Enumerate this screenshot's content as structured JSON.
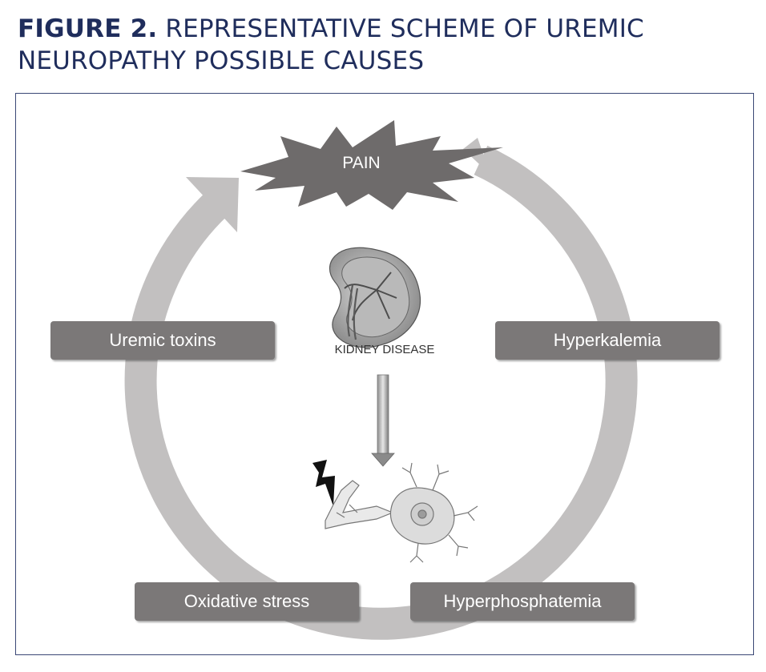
{
  "figure": {
    "label": "FIGURE 2.",
    "title_line1": "REPRESENTATIVE SCHEME OF UREMIC",
    "title_line2": "NEUROPATHY POSSIBLE CAUSES"
  },
  "diagram": {
    "center_symptom": "PAIN",
    "center_organ": "KIDNEY DISEASE",
    "causes": [
      "Uremic toxins",
      "Hyperkalemia",
      "Oxidative stress",
      "Hyperphosphatemia"
    ]
  },
  "colors": {
    "title": "#1f2d5c",
    "frame": "#3a4775",
    "box_fill": "#7b7878",
    "ring": "#c2c0c0",
    "burst": "#6e6b6b"
  },
  "icons": [
    "kidney-icon",
    "neuron-icon",
    "lightning-icon",
    "down-arrow-icon"
  ]
}
